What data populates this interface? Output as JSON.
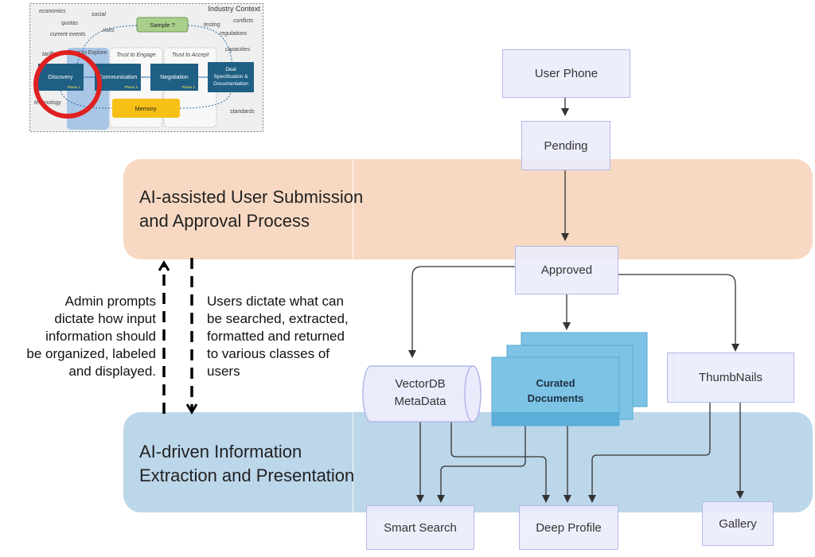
{
  "inset": {
    "title": "Industry Context",
    "context_words": [
      "economics",
      "social",
      "quotas",
      "risks",
      "current events",
      "testing",
      "conflicts",
      "regulations",
      "tariffs",
      "capacities",
      "technology",
      "standards"
    ],
    "sample_label": "Sample ?",
    "trust_labels": [
      "Trust to Explore",
      "Trust to Engage",
      "Trust to Accept"
    ],
    "phases": [
      {
        "label": "Discovery",
        "phase": "Phase 1"
      },
      {
        "label": "Communication",
        "phase": "Phase 2"
      },
      {
        "label": "Negotiation",
        "phase": "Phase 3"
      }
    ],
    "deal_label": [
      "Deal",
      "Specification &",
      "Documentation"
    ],
    "memory_label": "Memory"
  },
  "bands": {
    "top_title": [
      "AI-assisted User Submission",
      "and Approval Process"
    ],
    "bottom_title": [
      "AI-driven Information",
      "Extraction and Presentation"
    ]
  },
  "annotations": {
    "admin": [
      "Admin prompts",
      "dictate how input",
      "information should",
      "be organized, labeled",
      "and displayed."
    ],
    "users": [
      "Users dictate what can",
      "be searched, extracted,",
      "formatted and returned",
      "to various classes of",
      "users"
    ]
  },
  "nodes": {
    "user_phone": "User Phone",
    "pending": "Pending",
    "approved": "Approved",
    "vectordb": [
      "VectorDB",
      "MetaData"
    ],
    "curated": [
      "Curated",
      "Documents"
    ],
    "thumbnails": "ThumbNails",
    "smart_search": "Smart Search",
    "deep_profile": "Deep Profile",
    "gallery": "Gallery"
  },
  "colors": {
    "top_band": "#f7d9c3",
    "bottom_band": "#bcd6ea",
    "node_fill": "#eaecfc",
    "node_border": "#b3b8ea",
    "curated_fill": "#7cc3e6",
    "inset_phase": "#1f5f84",
    "inset_memory": "#f6c017",
    "inset_sample": "#a9cf8a",
    "highlight_circle": "#e02020"
  }
}
